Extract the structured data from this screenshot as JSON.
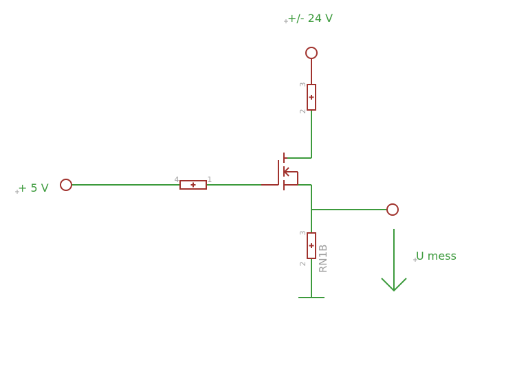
{
  "labels": {
    "supply_24v": "+/- 24 V",
    "input_5v": "+ 5 V",
    "measure": "U mess",
    "resistor_ref": "RN1B"
  },
  "pins": {
    "top_resistor_top": "3",
    "top_resistor_bottom": "2",
    "gate_resistor_left": "4",
    "gate_resistor_right": "1",
    "bottom_resistor_top": "3",
    "bottom_resistor_bottom": "2"
  },
  "colors": {
    "wire": "#3c9a3c",
    "component": "#a0322d",
    "reference_text": "#a0a0a0",
    "background": "#ffffff"
  }
}
